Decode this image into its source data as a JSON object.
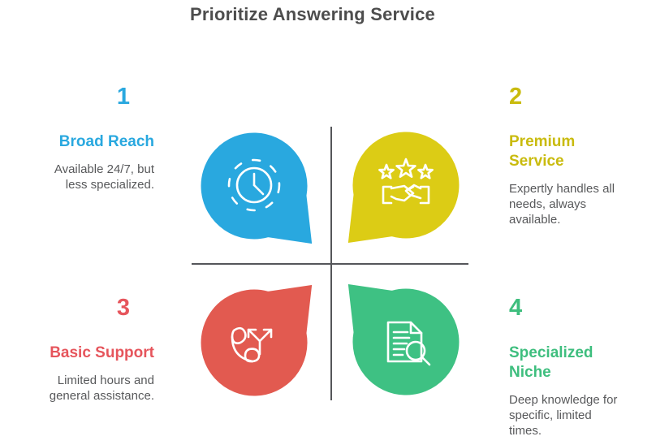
{
  "title": "Prioritize Answering Service",
  "colors": {
    "title_text": "#4D4D4D",
    "body_text": "#58595B",
    "divider": "#55565A",
    "background": "#FFFFFF"
  },
  "quadrants": [
    {
      "number": "1",
      "heading": "Broad Reach",
      "body": "Available 24/7, but less specialized.",
      "accent": "#29A8DF",
      "bubble_color": "#29A8DF",
      "icon": "clock-icon",
      "tail_direction": "bottom-right"
    },
    {
      "number": "2",
      "heading": "Premium Service",
      "body": "Expertly handles all needs, always available.",
      "accent": "#C9BB0E",
      "bubble_color": "#DCCC15",
      "icon": "stars-handshake-icon",
      "tail_direction": "bottom-left"
    },
    {
      "number": "3",
      "heading": "Basic Support",
      "body": "Limited hours and general assistance.",
      "accent": "#E6555C",
      "bubble_color": "#E25A50",
      "icon": "phone-routing-icon",
      "tail_direction": "top-right"
    },
    {
      "number": "4",
      "heading": "Specialized Niche",
      "body": "Deep knowledge for specific, limited times.",
      "accent": "#3EBE7E",
      "bubble_color": "#3EC183",
      "icon": "document-search-icon",
      "tail_direction": "top-left"
    }
  ]
}
